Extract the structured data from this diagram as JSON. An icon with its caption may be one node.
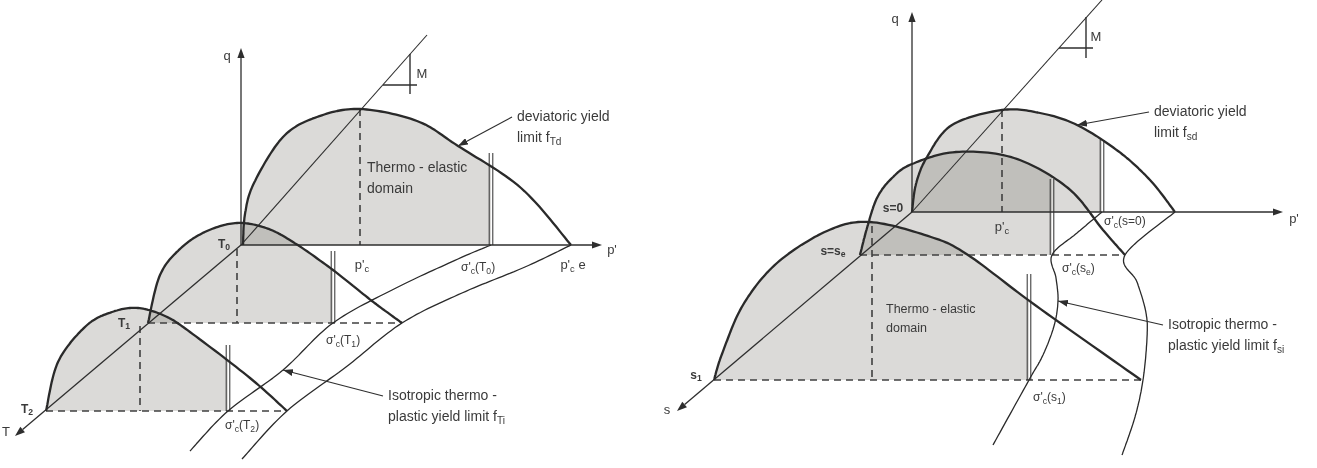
{
  "diagram": {
    "nodes": [
      {
        "text": [
          "deviatoric yield limit f$_{Td}$"
        ]
      },
      {
        "text": [],
        "shape": "curve"
      },
      {
        "text": [
          "Isotropic thermo - plastic yield limit f$_{Ti}$"
        ]
      },
      {
        "text": [],
        "shape": "curve"
      },
      {
        "text": [
          "deviatoric yield limit f$_{sd}$"
        ]
      },
      {
        "text": [],
        "shape": "curve"
      },
      {
        "text": [
          "Isotropic thermo - plastic yield limit f$_{si}$"
        ]
      },
      {
        "text": [],
        "shape": "curve"
      }
    ],
    "edges": [
      {
        "from": 0,
        "to": 1,
        "arrow": "to"
      },
      {
        "from": 2,
        "to": 3,
        "arrow": "to"
      },
      {
        "from": 4,
        "to": 5,
        "arrow": "to"
      },
      {
        "from": 6,
        "to": 7,
        "arrow": "to"
      }
    ],
    "labels": [
      "q",
      "M",
      "Thermo - elastic domain",
      "T$_{0}$",
      "p'$_{c}$",
      "σ'$_{c}$(T$_{0}$)",
      "p'$_{c}$ e",
      "p'",
      "T$_{1}$",
      "σ'$_{c}$(T$_{1}$)",
      "T$_{2}$",
      "T",
      "σ'$_{c}$(T$_{2}$)",
      "q",
      "M",
      "s=0",
      "p'$_{c}$",
      "σ'$_{c}$(s=0)",
      "p'",
      "s=s$_{e}$",
      "σ'$_{c}$(s$_{e}$)",
      "Thermo - elastic domain",
      "s$_{1}$",
      "s",
      "σ'$_{c}$(s$_{1}$)"
    ]
  }
}
